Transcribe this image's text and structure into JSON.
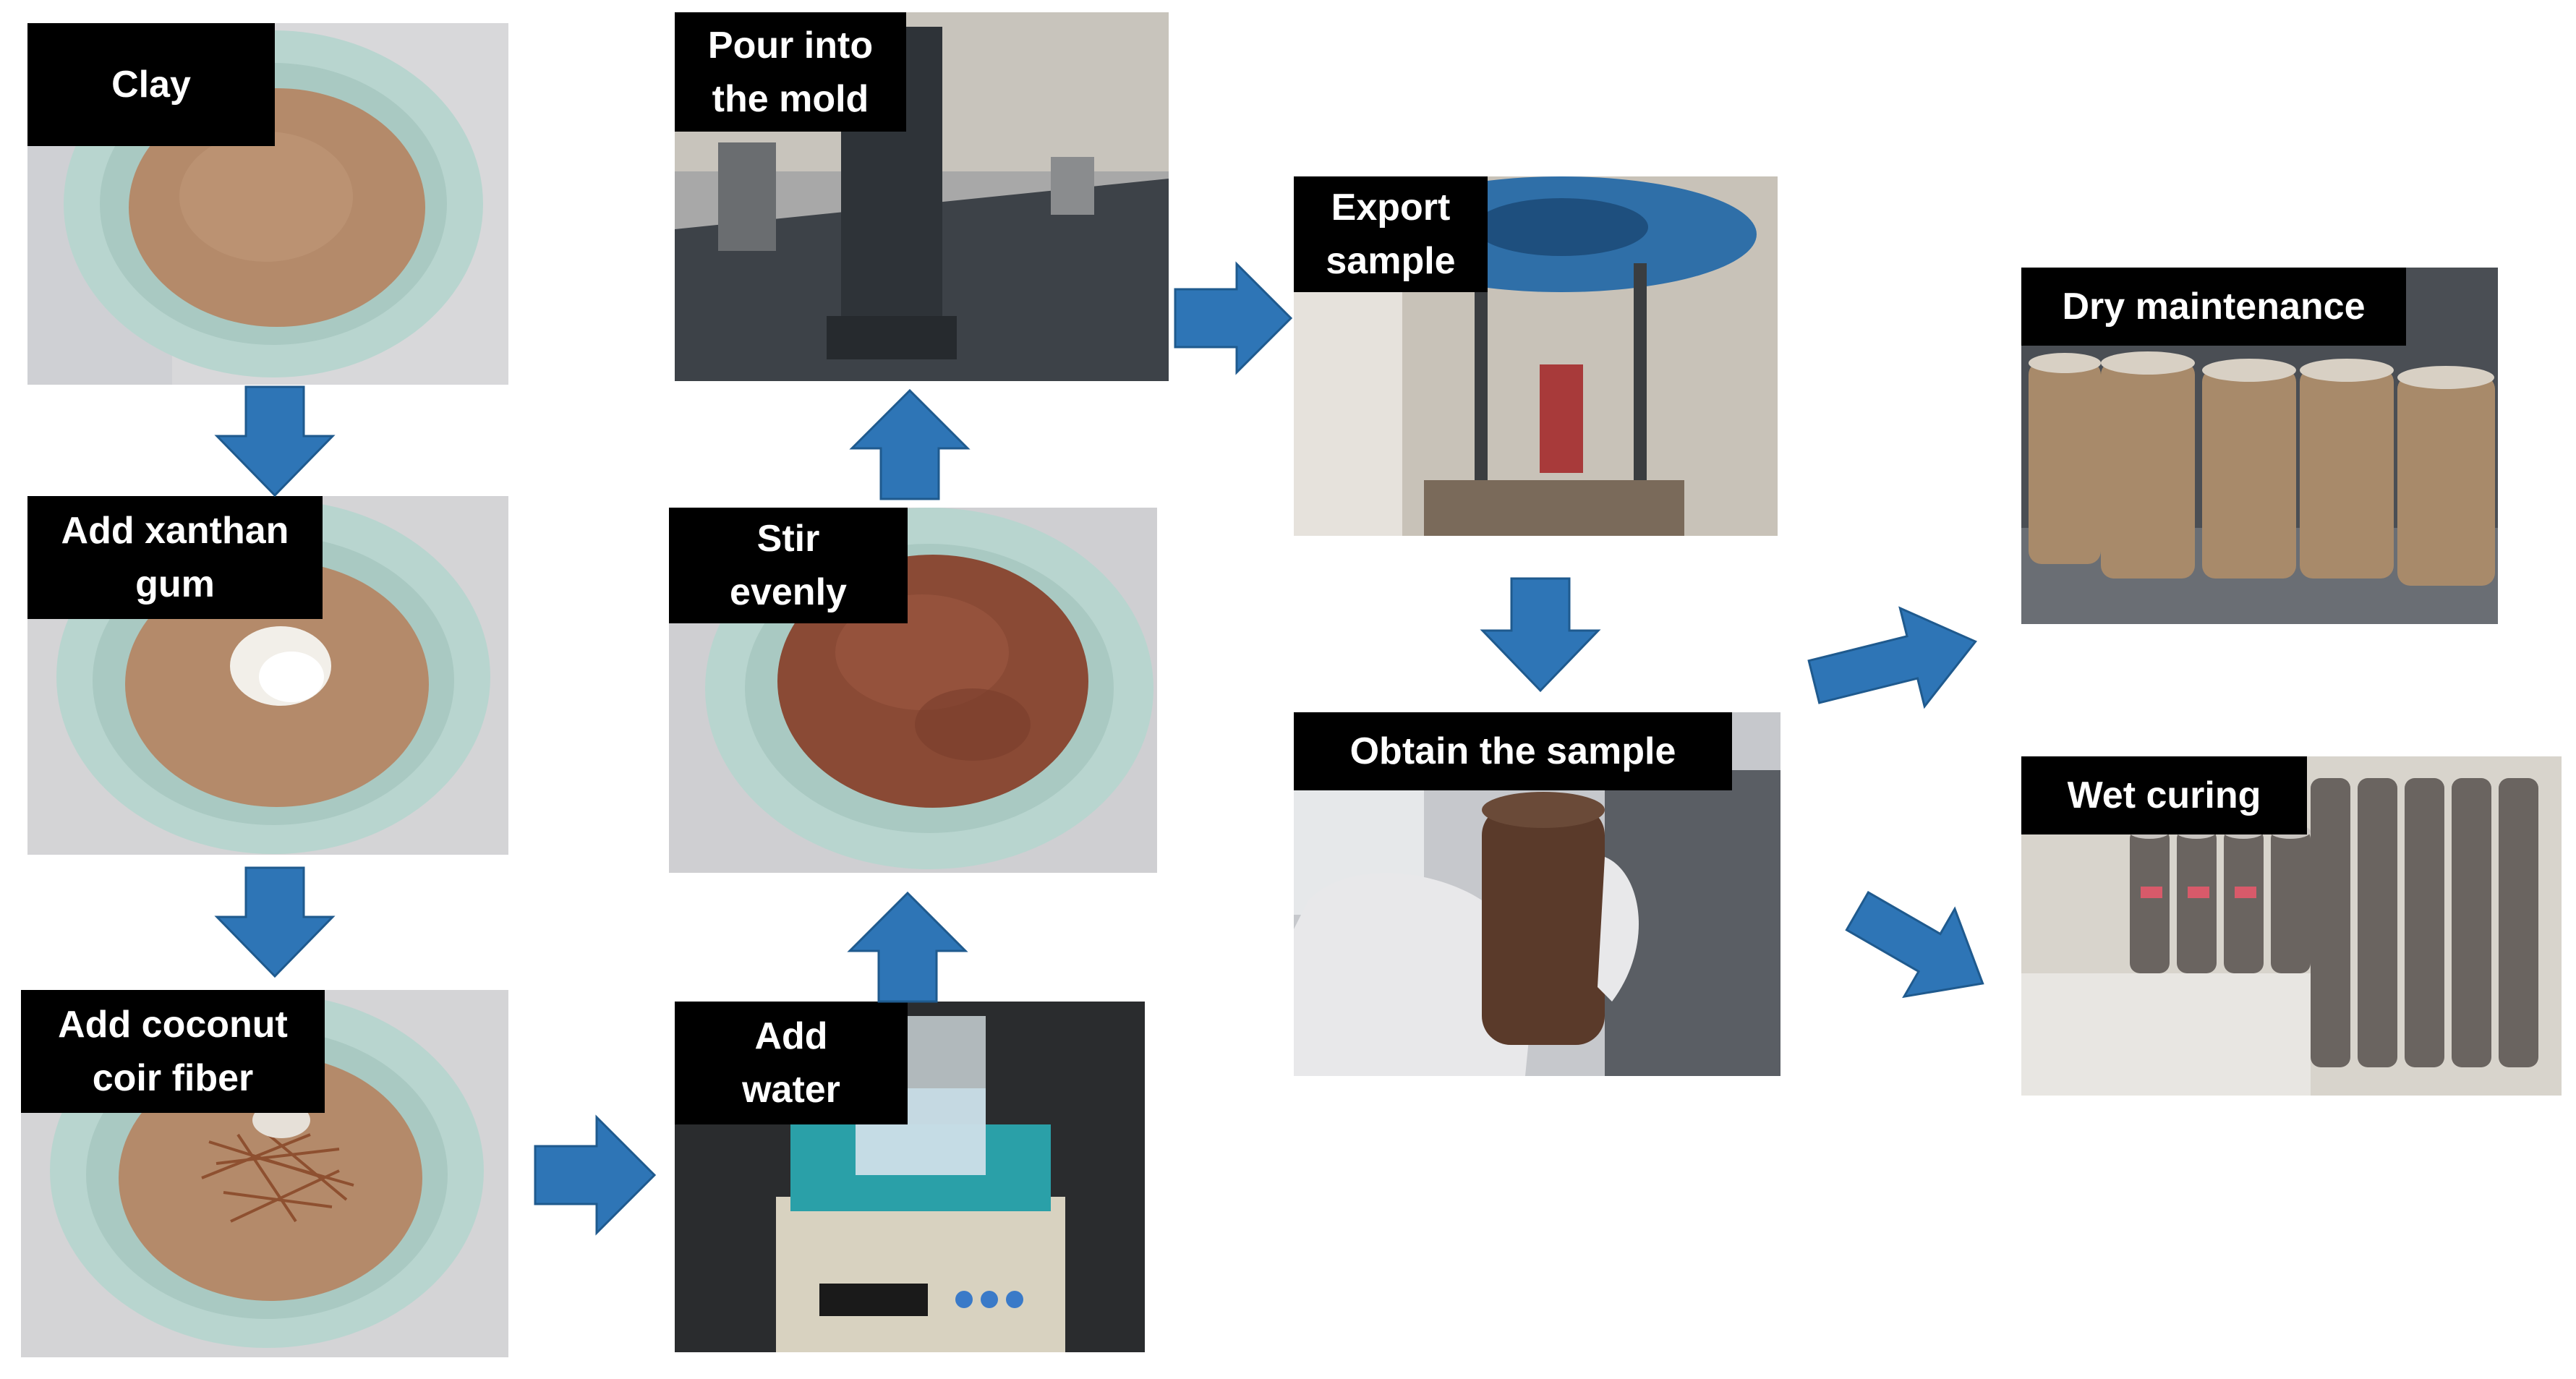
{
  "colors": {
    "arrow_fill": "#2E75B6",
    "arrow_stroke": "#1F5A8E",
    "label_bg": "#000000",
    "label_text": "#ffffff",
    "bowl": "#b8d5cf",
    "clay": "#b48a6a",
    "xanthan": "#f2efe9",
    "fiber": "#8a4a2a",
    "wet_soil": "#8a4a35",
    "mold_metal": "#2e3338",
    "bench": "#3d4248",
    "base_blue": "#2f6fa8",
    "sample": "#5a3a2a",
    "glove": "#e8e8ea",
    "dry_sample": "#a88a6a",
    "wet_sample": "#6a6460",
    "scale_teal": "#2aa0a8",
    "scale_body": "#d8d2c0"
  },
  "steps": [
    {
      "id": "clay",
      "label": "Clay",
      "photo": "bowl-of-clay"
    },
    {
      "id": "xanthan",
      "label": "Add xanthan\ngum",
      "photo": "bowl-with-xanthan-gum"
    },
    {
      "id": "coir",
      "label": "Add coconut\ncoir fiber",
      "photo": "bowl-with-coir-fiber"
    },
    {
      "id": "water",
      "label": "Add\nwater",
      "photo": "beaker-on-scale"
    },
    {
      "id": "stir",
      "label": "Stir\nevenly",
      "photo": "stirred-mixture"
    },
    {
      "id": "mold",
      "label": "Pour into\nthe mold",
      "photo": "cylindrical-mold"
    },
    {
      "id": "export",
      "label": "Export\nsample",
      "photo": "extruder-press"
    },
    {
      "id": "obtain",
      "label": "Obtain the sample",
      "photo": "sample-in-hand"
    },
    {
      "id": "dry",
      "label": "Dry maintenance",
      "photo": "dry-samples-row"
    },
    {
      "id": "wet",
      "label": "Wet curing",
      "photo": "wet-samples-grid"
    }
  ]
}
